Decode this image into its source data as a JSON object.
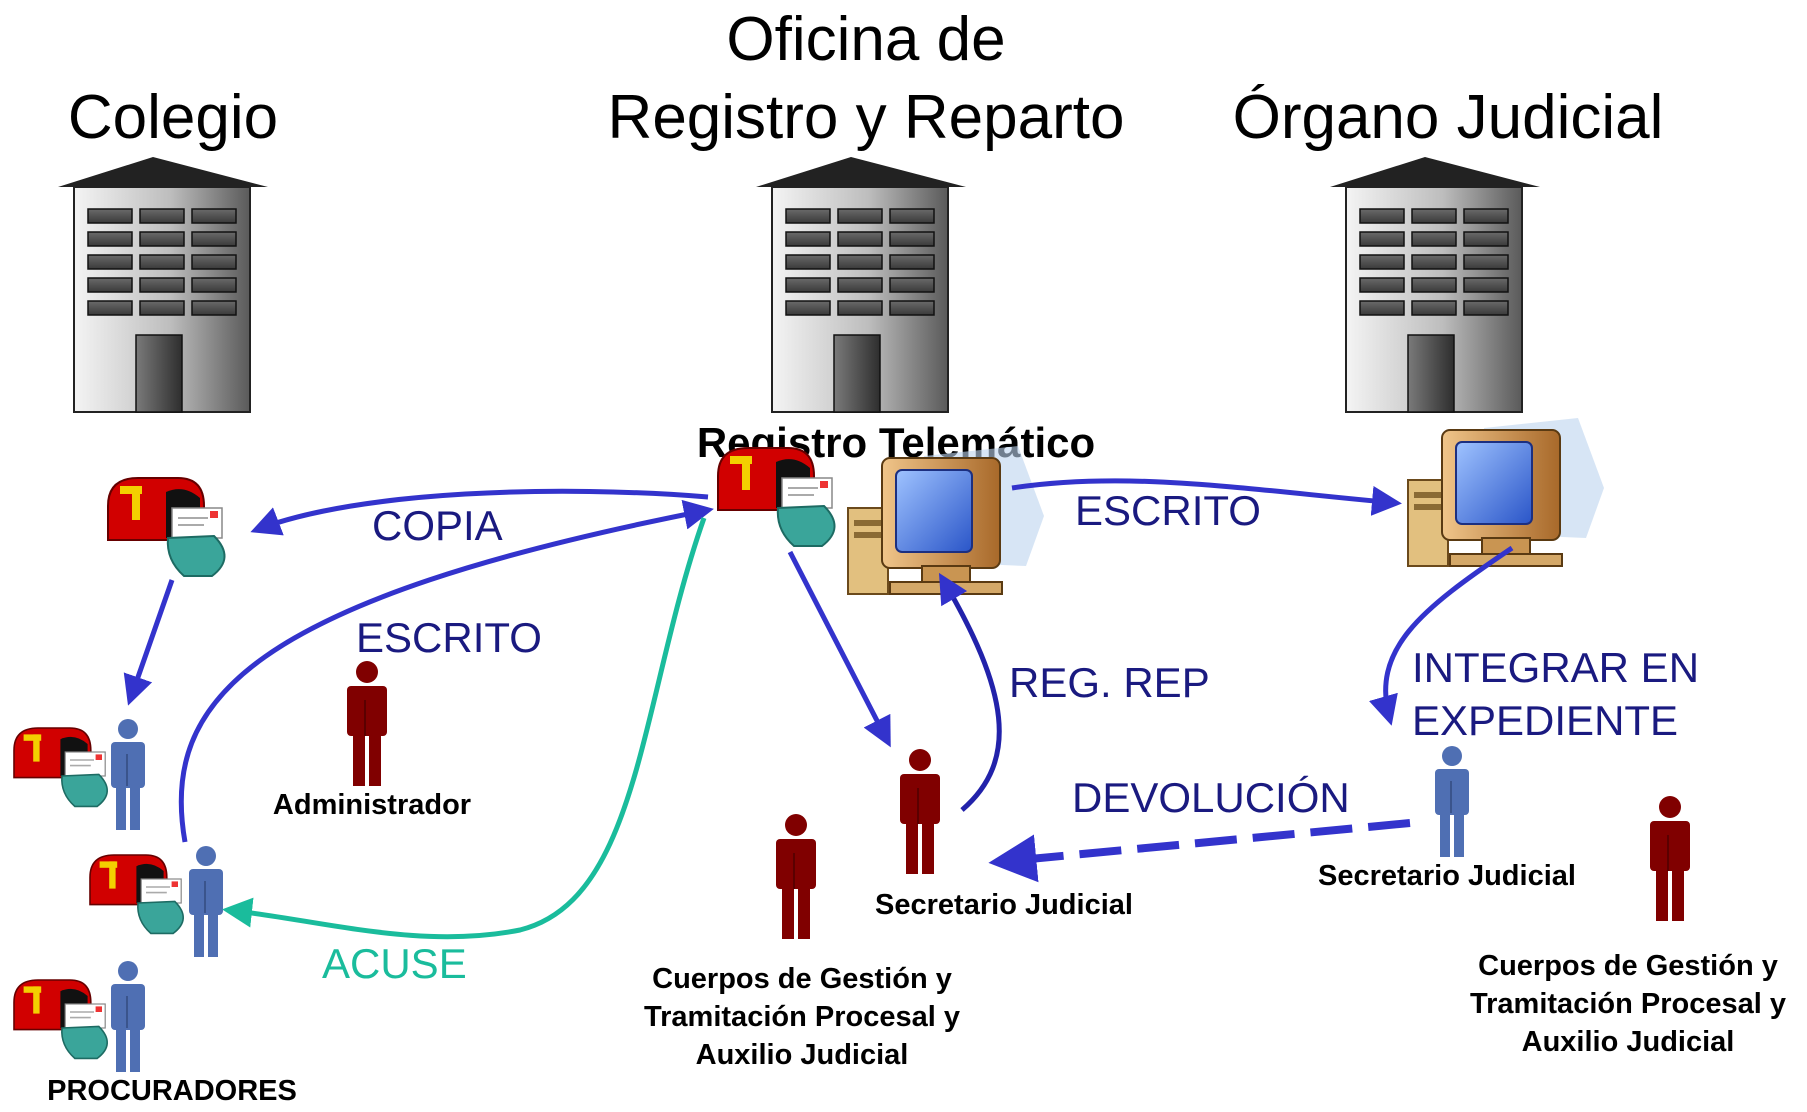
{
  "buildings": {
    "colegio": "Colegio",
    "oficina_line1": "Oficina de",
    "oficina_line2": "Registro y Reparto",
    "organo": "Órgano Judicial"
  },
  "registro_telematico": "Registro Telemático",
  "flows": {
    "copia": "COPIA",
    "escrito_left": "ESCRITO",
    "escrito_right": "ESCRITO",
    "acuse": "ACUSE",
    "reg_rep": "REG. REP",
    "integrar_line1": "INTEGRAR EN",
    "integrar_line2": "EXPEDIENTE",
    "devolucion": "DEVOLUCIÓN"
  },
  "roles": {
    "administrador": "Administrador",
    "secretario_center": "Secretario Judicial",
    "secretario_right": "Secretario Judicial",
    "cuerpos_center_line1": "Cuerpos de Gestión y",
    "cuerpos_center_line2": "Tramitación Procesal y",
    "cuerpos_center_line3": "Auxilio Judicial",
    "cuerpos_right_line1": "Cuerpos de Gestión y",
    "cuerpos_right_line2": "Tramitación Procesal y",
    "cuerpos_right_line3": "Auxilio Judicial",
    "procuradores": "PROCURADORES"
  },
  "colors": {
    "flow_blue": "#3333cc",
    "label_navy": "#1a1a80",
    "acuse_teal": "#1abc9c",
    "person_red": "#800000",
    "person_blue": "#4f6fb3",
    "mailbox_red": "#d10000"
  },
  "icons": [
    "building-icon",
    "mailbox-icon",
    "computer-icon",
    "person-icon"
  ]
}
